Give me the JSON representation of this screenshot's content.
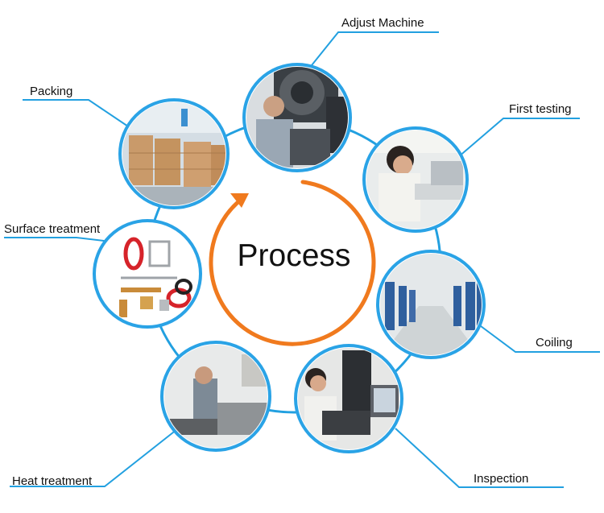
{
  "diagram": {
    "title": "Process",
    "steps": [
      {
        "id": "adjust",
        "label": "Adjust Machine"
      },
      {
        "id": "first",
        "label": "First testing"
      },
      {
        "id": "coiling",
        "label": "Coiling"
      },
      {
        "id": "inspection",
        "label": "Inspection"
      },
      {
        "id": "heat",
        "label": "Heat treatment"
      },
      {
        "id": "surface",
        "label": "Surface treatment"
      },
      {
        "id": "packing",
        "label": "Packing"
      }
    ]
  },
  "colors": {
    "ring": "#22a0e0",
    "connector": "#22a0e0",
    "arrow": "#f07a1e",
    "circle_border": "#2aa3e6"
  }
}
